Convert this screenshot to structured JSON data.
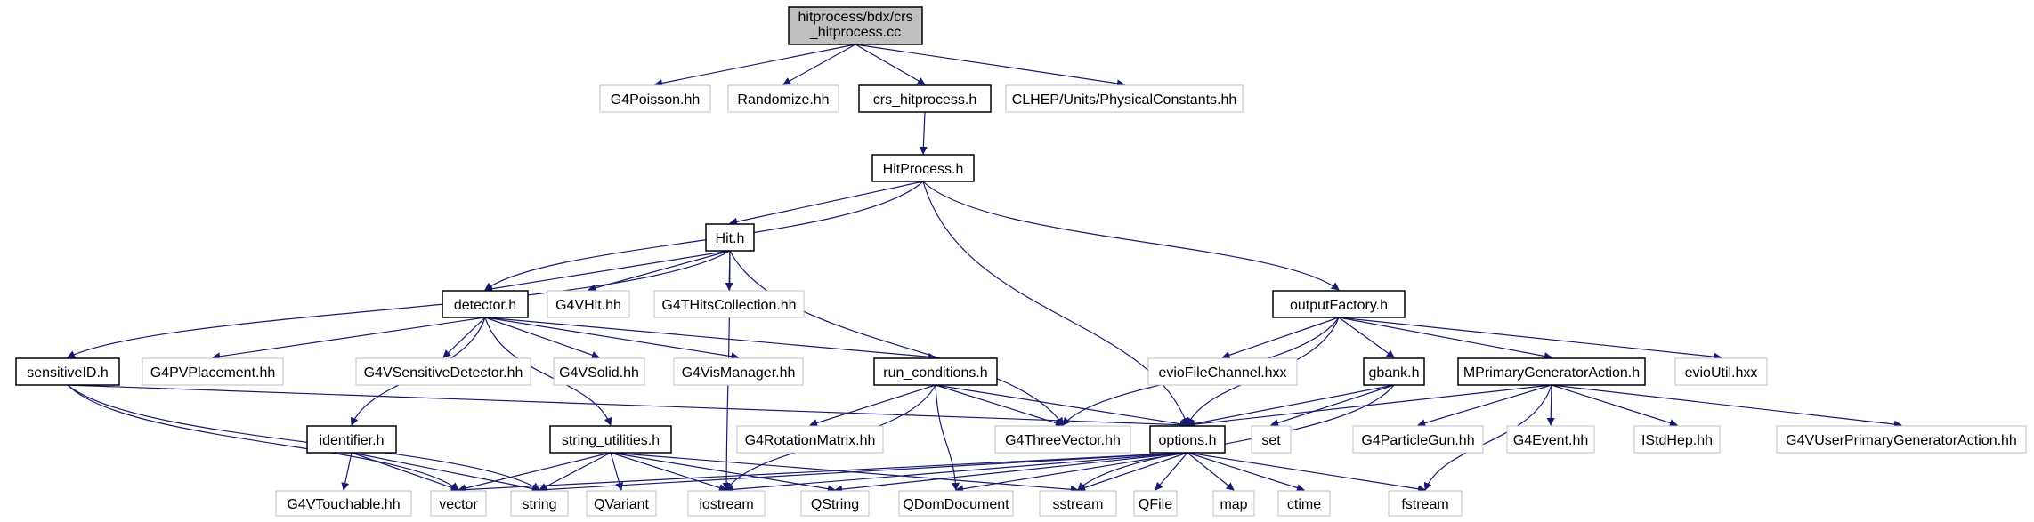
{
  "nodes": [
    {
      "id": "root",
      "label_lines": [
        "hitprocess/bdx/crs",
        "_hitprocess.cc"
      ],
      "style": "root"
    },
    {
      "id": "g4poisson",
      "label": "G4Poisson.hh",
      "style": "external"
    },
    {
      "id": "randomize",
      "label": "Randomize.hh",
      "style": "external"
    },
    {
      "id": "crs_hitprocess_h",
      "label": "crs_hitprocess.h",
      "style": "file"
    },
    {
      "id": "clhep_units",
      "label": "CLHEP/Units/PhysicalConstants.hh",
      "style": "external"
    },
    {
      "id": "hitprocess_h",
      "label": "HitProcess.h",
      "style": "file"
    },
    {
      "id": "hit_h",
      "label": "Hit.h",
      "style": "file"
    },
    {
      "id": "outputfactory_h",
      "label": "outputFactory.h",
      "style": "file"
    },
    {
      "id": "detector_h",
      "label": "detector.h",
      "style": "file"
    },
    {
      "id": "g4vhit",
      "label": "G4VHit.hh",
      "style": "external"
    },
    {
      "id": "g4thitscollection",
      "label": "G4THitsCollection.hh",
      "style": "external"
    },
    {
      "id": "sensitiveid_h",
      "label": "sensitiveID.h",
      "style": "file"
    },
    {
      "id": "g4pvplacement",
      "label": "G4PVPlacement.hh",
      "style": "external"
    },
    {
      "id": "g4vsensitivedetector",
      "label": "G4VSensitiveDetector.hh",
      "style": "external"
    },
    {
      "id": "g4vsolid",
      "label": "G4VSolid.hh",
      "style": "external"
    },
    {
      "id": "g4vismanager",
      "label": "G4VisManager.hh",
      "style": "external"
    },
    {
      "id": "run_conditions_h",
      "label": "run_conditions.h",
      "style": "file"
    },
    {
      "id": "eviofilechannel",
      "label": "evioFileChannel.hxx",
      "style": "external"
    },
    {
      "id": "gbank_h",
      "label": "gbank.h",
      "style": "file"
    },
    {
      "id": "mprimarygeneratoraction_h",
      "label": "MPrimaryGeneratorAction.h",
      "style": "file"
    },
    {
      "id": "evioutil",
      "label": "evioUtil.hxx",
      "style": "external"
    },
    {
      "id": "identifier_h",
      "label": "identifier.h",
      "style": "file"
    },
    {
      "id": "string_utilities_h",
      "label": "string_utilities.h",
      "style": "file"
    },
    {
      "id": "g4rotationmatrix",
      "label": "G4RotationMatrix.hh",
      "style": "external"
    },
    {
      "id": "g4threevector",
      "label": "G4ThreeVector.hh",
      "style": "external"
    },
    {
      "id": "options_h",
      "label": "options.h",
      "style": "file"
    },
    {
      "id": "set",
      "label": "set",
      "style": "external"
    },
    {
      "id": "g4particlegun",
      "label": "G4ParticleGun.hh",
      "style": "external"
    },
    {
      "id": "g4event",
      "label": "G4Event.hh",
      "style": "external"
    },
    {
      "id": "istdhep",
      "label": "IStdHep.hh",
      "style": "external"
    },
    {
      "id": "g4vuserprimarygeneratoraction",
      "label": "G4VUserPrimaryGeneratorAction.hh",
      "style": "external"
    },
    {
      "id": "g4vtouchable",
      "label": "G4VTouchable.hh",
      "style": "external"
    },
    {
      "id": "vector",
      "label": "vector",
      "style": "external"
    },
    {
      "id": "string",
      "label": "string",
      "style": "external"
    },
    {
      "id": "qvariant",
      "label": "QVariant",
      "style": "external"
    },
    {
      "id": "iostream",
      "label": "iostream",
      "style": "external"
    },
    {
      "id": "qstring",
      "label": "QString",
      "style": "external"
    },
    {
      "id": "qdomdocument",
      "label": "QDomDocument",
      "style": "external"
    },
    {
      "id": "sstream",
      "label": "sstream",
      "style": "external"
    },
    {
      "id": "qfile",
      "label": "QFile",
      "style": "external"
    },
    {
      "id": "map",
      "label": "map",
      "style": "external"
    },
    {
      "id": "ctime",
      "label": "ctime",
      "style": "external"
    },
    {
      "id": "fstream",
      "label": "fstream",
      "style": "external"
    }
  ],
  "edges": [
    [
      "root",
      "g4poisson"
    ],
    [
      "root",
      "randomize"
    ],
    [
      "root",
      "crs_hitprocess_h"
    ],
    [
      "root",
      "clhep_units"
    ],
    [
      "crs_hitprocess_h",
      "hitprocess_h"
    ],
    [
      "hitprocess_h",
      "hit_h"
    ],
    [
      "hitprocess_h",
      "detector_h"
    ],
    [
      "hitprocess_h",
      "outputfactory_h"
    ],
    [
      "hitprocess_h",
      "options_h"
    ],
    [
      "hit_h",
      "detector_h"
    ],
    [
      "hit_h",
      "g4vhit"
    ],
    [
      "hit_h",
      "g4thitscollection"
    ],
    [
      "hit_h",
      "sensitiveid_h"
    ],
    [
      "hit_h",
      "g4threevector"
    ],
    [
      "hit_h",
      "iostream"
    ],
    [
      "detector_h",
      "g4pvplacement"
    ],
    [
      "detector_h",
      "g4vsensitivedetector"
    ],
    [
      "detector_h",
      "g4vsolid"
    ],
    [
      "detector_h",
      "g4vismanager"
    ],
    [
      "detector_h",
      "run_conditions_h"
    ],
    [
      "detector_h",
      "identifier_h"
    ],
    [
      "detector_h",
      "string_utilities_h"
    ],
    [
      "sensitiveid_h",
      "options_h"
    ],
    [
      "sensitiveid_h",
      "vector"
    ],
    [
      "sensitiveid_h",
      "string"
    ],
    [
      "run_conditions_h",
      "g4rotationmatrix"
    ],
    [
      "run_conditions_h",
      "g4threevector"
    ],
    [
      "run_conditions_h",
      "options_h"
    ],
    [
      "run_conditions_h",
      "iostream"
    ],
    [
      "run_conditions_h",
      "qdomdocument"
    ],
    [
      "outputfactory_h",
      "g4threevector"
    ],
    [
      "outputfactory_h",
      "eviofilechannel"
    ],
    [
      "outputfactory_h",
      "options_h"
    ],
    [
      "outputfactory_h",
      "gbank_h"
    ],
    [
      "outputfactory_h",
      "mprimarygeneratoraction_h"
    ],
    [
      "outputfactory_h",
      "evioutil"
    ],
    [
      "gbank_h",
      "options_h"
    ],
    [
      "gbank_h",
      "set"
    ],
    [
      "gbank_h",
      "sstream"
    ],
    [
      "mprimarygeneratoraction_h",
      "options_h"
    ],
    [
      "mprimarygeneratoraction_h",
      "g4particlegun"
    ],
    [
      "mprimarygeneratoraction_h",
      "g4event"
    ],
    [
      "mprimarygeneratoraction_h",
      "istdhep"
    ],
    [
      "mprimarygeneratoraction_h",
      "g4vuserprimarygeneratoraction"
    ],
    [
      "mprimarygeneratoraction_h",
      "fstream"
    ],
    [
      "identifier_h",
      "g4vtouchable"
    ],
    [
      "identifier_h",
      "vector"
    ],
    [
      "identifier_h",
      "string"
    ],
    [
      "string_utilities_h",
      "vector"
    ],
    [
      "string_utilities_h",
      "string"
    ],
    [
      "string_utilities_h",
      "qvariant"
    ],
    [
      "string_utilities_h",
      "iostream"
    ],
    [
      "string_utilities_h",
      "qstring"
    ],
    [
      "string_utilities_h",
      "sstream"
    ],
    [
      "options_h",
      "vector"
    ],
    [
      "options_h",
      "string"
    ],
    [
      "options_h",
      "iostream"
    ],
    [
      "options_h",
      "qstring"
    ],
    [
      "options_h",
      "qdomdocument"
    ],
    [
      "options_h",
      "sstream"
    ],
    [
      "options_h",
      "qfile"
    ],
    [
      "options_h",
      "map"
    ],
    [
      "options_h",
      "ctime"
    ],
    [
      "options_h",
      "fstream"
    ]
  ],
  "colors": {
    "edge": "#191970",
    "file_border": "#000000",
    "external_border": "#bfbfbf",
    "root_fill": "#bfbfbf",
    "text": "#000000"
  }
}
